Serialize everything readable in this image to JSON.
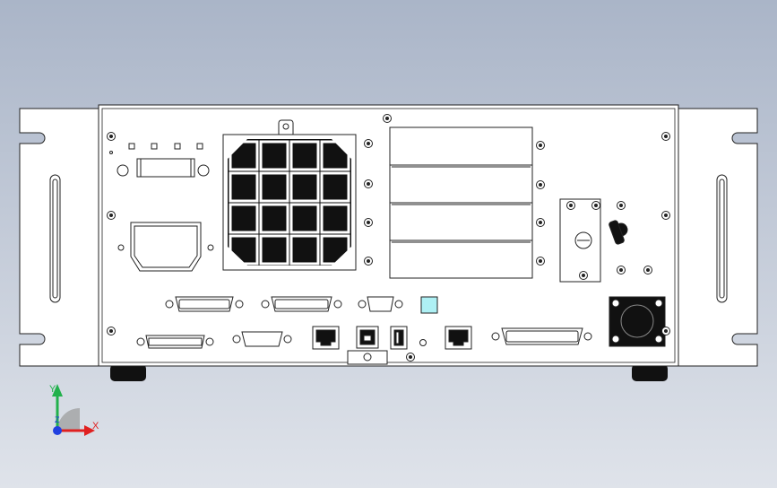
{
  "viewport": {
    "background_top": "#aab5c8",
    "background_bottom": "#dfe3ea"
  },
  "triad": {
    "y_label": "Y",
    "x_label": "X",
    "z_label": "Z",
    "y_color": "#22b14c",
    "x_color": "#e02020",
    "z_color": "#2040e0"
  },
  "panel": {
    "indicator_color": "#aef0f4"
  }
}
